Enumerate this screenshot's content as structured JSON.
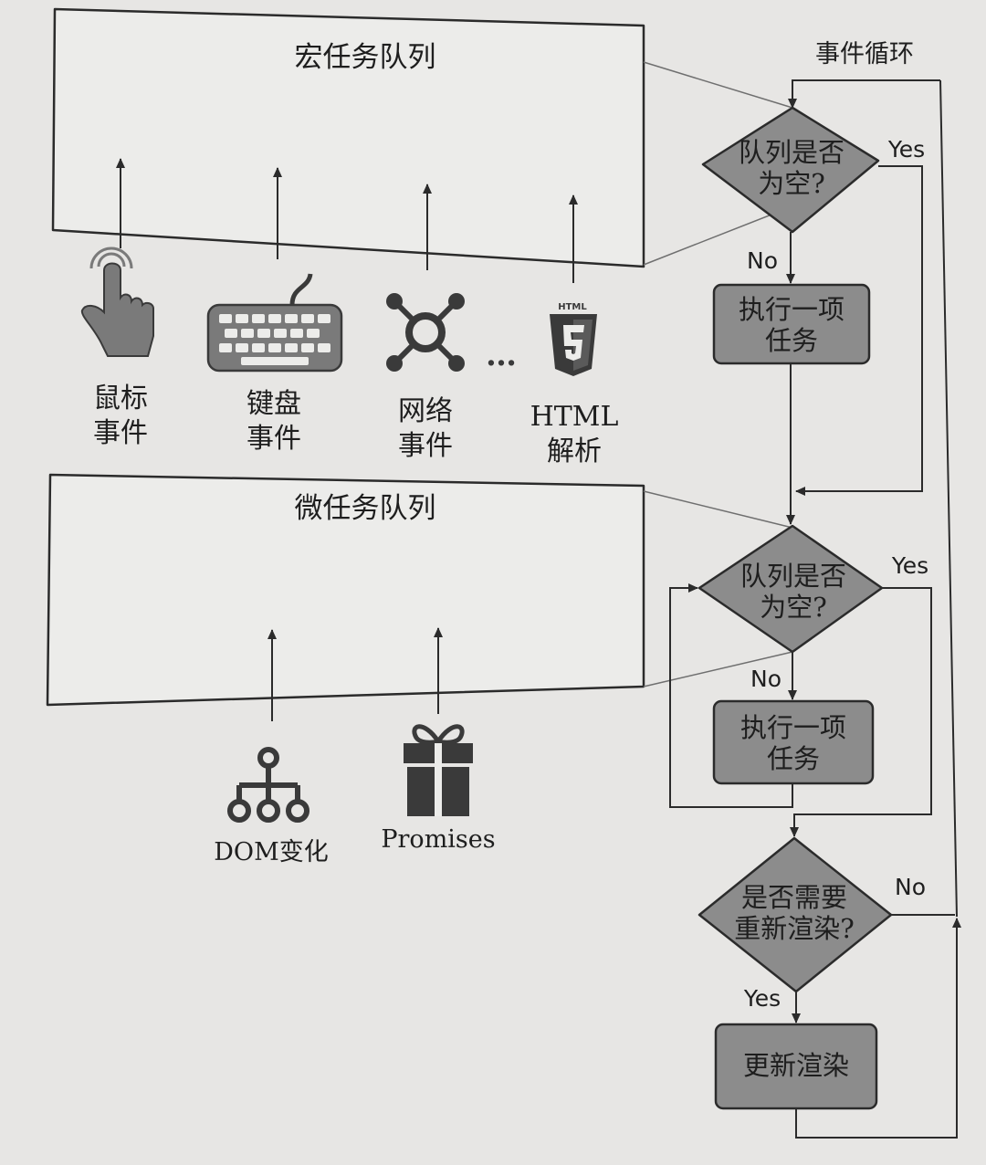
{
  "macro_queue": {
    "title": "宏任务队列"
  },
  "micro_queue": {
    "title": "微任务队列"
  },
  "event_loop": {
    "label": "事件循环"
  },
  "macro_sources": [
    {
      "icon": "hand-pointer-icon",
      "line1": "鼠标",
      "line2": "事件"
    },
    {
      "icon": "keyboard-icon",
      "line1": "键盘",
      "line2": "事件"
    },
    {
      "icon": "network-icon",
      "line1": "网络",
      "line2": "事件"
    },
    {
      "icon": "html5-icon",
      "line1": "HTML",
      "line2": "解析",
      "badge": "HTML"
    }
  ],
  "ellipsis": "…",
  "micro_sources": [
    {
      "icon": "dom-tree-icon",
      "label": "DOM变化"
    },
    {
      "icon": "gift-icon",
      "label": "Promises"
    }
  ],
  "flow": {
    "decision1": {
      "line1": "队列是否",
      "line2": "为空?"
    },
    "decision1_yes": "Yes",
    "decision1_no": "No",
    "task1": {
      "line1": "执行一项",
      "line2": "任务"
    },
    "decision2": {
      "line1": "队列是否",
      "line2": "为空?"
    },
    "decision2_yes": "Yes",
    "decision2_no": "No",
    "task2": {
      "line1": "执行一项",
      "line2": "任务"
    },
    "decision3": {
      "line1": "是否需要",
      "line2": "重新渲染?"
    },
    "decision3_yes": "Yes",
    "decision3_no": "No",
    "render": "更新渲染"
  },
  "colors": {
    "node_fill": "#8c8c8c",
    "box_fill": "#ececea",
    "line": "#2b2b2b",
    "icon": "#3a3a3a",
    "icon_light": "#6f6f6f"
  }
}
